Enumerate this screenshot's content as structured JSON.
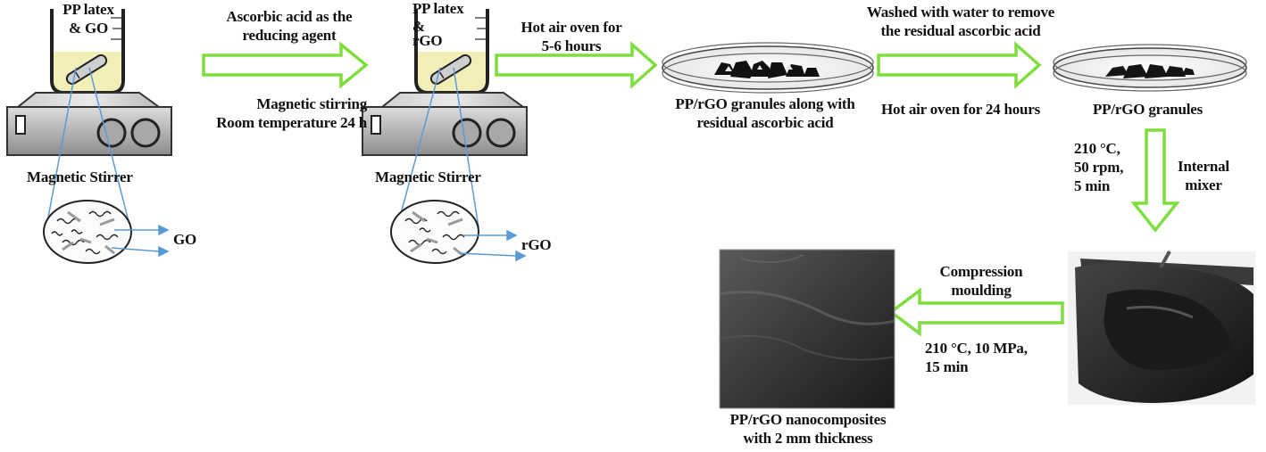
{
  "step1": {
    "beaker_label": [
      "PP latex",
      "& GO"
    ],
    "stirrer_label": "Magnetic Stirrer",
    "inset_arrow_label": "GO"
  },
  "arrow1": {
    "top_label": [
      "Ascorbic acid as the",
      "reducing agent"
    ],
    "bottom_label": [
      "Magnetic stirring",
      "Room temperature 24 h"
    ]
  },
  "step2": {
    "beaker_label": [
      "PP latex",
      "&",
      "rGO"
    ],
    "stirrer_label": "Magnetic Stirrer",
    "inset_arrow_label": "rGO"
  },
  "arrow2": {
    "top_label": [
      "Hot air oven for",
      "5-6 hours"
    ]
  },
  "dish1": {
    "label": [
      "PP/rGO granules along with",
      "residual ascorbic acid"
    ]
  },
  "arrow3": {
    "top_label": [
      "Washed with water to remove",
      "the residual ascorbic acid"
    ],
    "bottom_label": "Hot air oven for 24 hours"
  },
  "dish2": {
    "label": "PP/rGO granules"
  },
  "arrow4": {
    "left_label": [
      "210 °C,",
      "50 rpm,",
      "5 min"
    ],
    "right_label": [
      "Internal",
      "mixer"
    ]
  },
  "arrow5": {
    "top_label": [
      "Compression",
      "moulding"
    ],
    "bottom_label": [
      "210 °C, 10 MPa,",
      "15 min"
    ]
  },
  "final": {
    "label": [
      "PP/rGO nanocomposites",
      "with 2 mm thickness"
    ]
  },
  "colors": {
    "arrow_outline": "#7dde3e",
    "inset_arrow": "#5b9bd5",
    "liquid": "#f3eeb8",
    "stirrer_body": "#8f8f8f",
    "stirrer_top": "#c8c8c8"
  }
}
